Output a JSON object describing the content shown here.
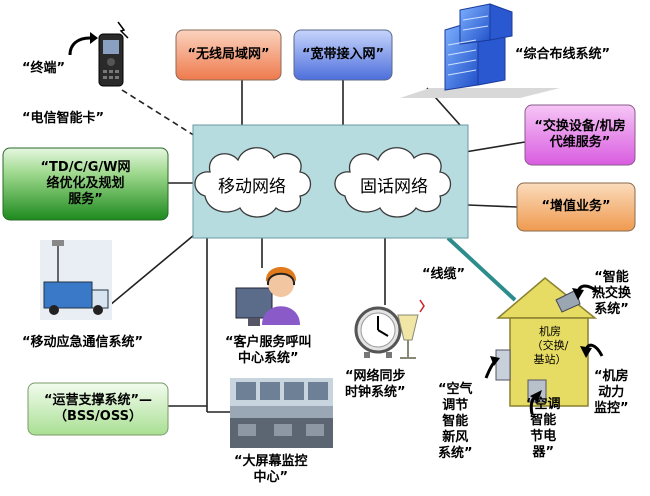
{
  "network_cloud_mobile": "移动网络",
  "network_cloud_fixed": "固话网络",
  "services": {
    "wlan": "“无线局域网”",
    "broadband": "“宽带接入网”",
    "cabling": "“综合布线系统”",
    "exchange": "“交换设备/机房\n代维服务”",
    "value_added": "“增值业务”",
    "td_optimization": "“TD/C/G/W网\n络优化及规划\n服务”",
    "terminal": "“终端”",
    "telecom_card": "“电信智能卡”",
    "emergency": "“移动应急通信系统”",
    "call_center": "“客户服务呼叫\n中心系统”",
    "clock_sync": "“网络同步\n时钟系统”",
    "cable": "“线缆”",
    "oss": "“运营支撑系统”—\n（BSS/OSS）",
    "big_screen": "“大屏幕监控\n中心”"
  },
  "machine_room": {
    "label": "机房\n（交换/\n基站）",
    "heat_exchange": "“智能\n热交换\n系统”",
    "power_monitor": "“机房\n动力\n监控”",
    "air_conditioner": "“空调\n智能\n节电\n器”",
    "fresh_air": "“空气\n调节\n智能\n新风\n系统”"
  },
  "colors": {
    "core_panel": "#b6dce0",
    "wlan_box": "#f08a62",
    "broadband_box": "#5a7ee0",
    "exchange_box": "#e070e6",
    "value_added_box": "#f3a866",
    "td_box": "#2f9a2f",
    "oss_box": "#b8e6a4",
    "cable_line": "#2d8c8c",
    "house": "#e7dc63"
  }
}
